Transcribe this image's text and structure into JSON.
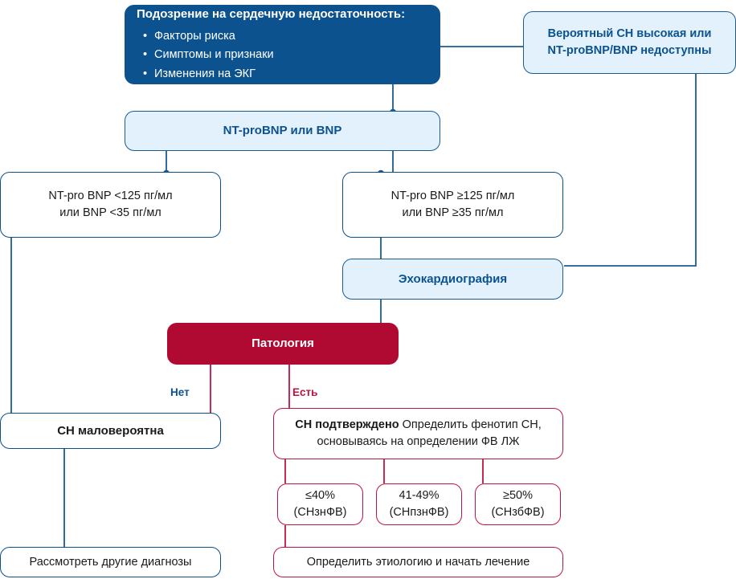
{
  "diagram": {
    "title": "Алгоритм диагностики сердечной недостаточности",
    "colors": {
      "dark_blue": "#0b528f",
      "light_blue_fill": "#e2f1fb",
      "blue_stroke": "#0b4f87",
      "crimson_fill": "#b00a32",
      "crimson_stroke": "#c01440",
      "white": "#ffffff",
      "body_text": "#1a1a1a"
    }
  },
  "nodes": {
    "suspicion": {
      "heading": "Подозрение на сердечную недостаточность:",
      "bullets": [
        "Факторы риска",
        "Симптомы и признаки",
        "Изменения на ЭКГ"
      ]
    },
    "high_probability": {
      "line1": "Вероятный СН высокая или",
      "line2": "NT-proBNP/BNP недоступны"
    },
    "biomarker_test": {
      "label": "NT-proBNP или BNP"
    },
    "result_low": {
      "line1": "NT-pro BNP <125 пг/мл",
      "line2": "или BNP <35 пг/мл"
    },
    "result_high": {
      "line1": "NT-pro BNP ≥125 пг/мл",
      "line2": "или BNP ≥35 пг/мл"
    },
    "echocardiography": {
      "label": "Эхокардиография"
    },
    "pathology": {
      "label": "Патология"
    },
    "hf_unlikely": {
      "label": "СН маловероятна"
    },
    "hf_confirmed": {
      "bold_part": "СН подтверждено",
      "rest_line1": " Определить фенотип СН,",
      "line2": "основываясь на определении ФВ ЛЖ"
    },
    "ef_reduced": {
      "line1": "≤40%",
      "line2": "(СНзнФВ)"
    },
    "ef_mid": {
      "line1": "41-49%",
      "line2": "(СНпзнФВ)"
    },
    "ef_preserved": {
      "line1": "≥50%",
      "line2": "(СНзбФВ)"
    },
    "other_diagnoses": {
      "label": "Рассмотреть другие диагнозы"
    },
    "etiology_treatment": {
      "label": "Определить этиологию и начать лечение"
    }
  },
  "branch_labels": {
    "no": "Нет",
    "yes": "Есть"
  }
}
